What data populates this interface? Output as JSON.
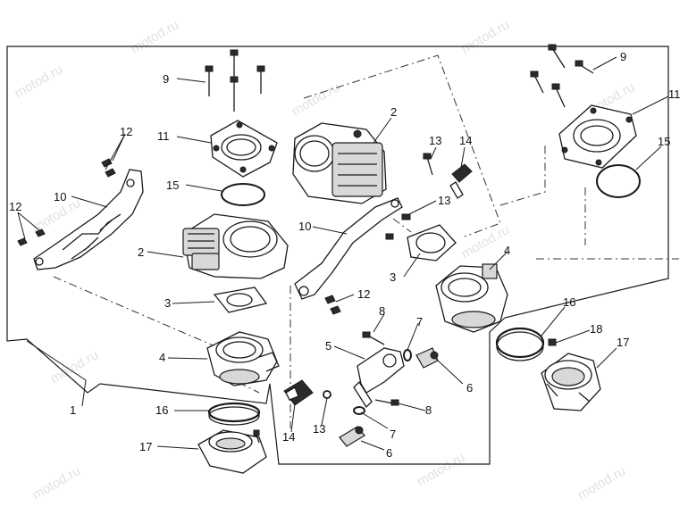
{
  "watermark": "motod.ru",
  "callouts": {
    "c1": "1",
    "c2a": "2",
    "c2b": "2",
    "c3a": "3",
    "c3b": "3",
    "c4a": "4",
    "c4b": "4",
    "c5": "5",
    "c6a": "6",
    "c6b": "6",
    "c7a": "7",
    "c7b": "7",
    "c8a": "8",
    "c8b": "8",
    "c9a": "9",
    "c9b": "9",
    "c10a": "10",
    "c10b": "10",
    "c11a": "11",
    "c11b": "11",
    "c12a": "12",
    "c12b": "12",
    "c12c": "12",
    "c13a": "13",
    "c13b": "13",
    "c13c": "13",
    "c14a": "14",
    "c14b": "14",
    "c15a": "15",
    "c15b": "15",
    "c16a": "16",
    "c16b": "16",
    "c17a": "17",
    "c17b": "17",
    "c18": "18"
  }
}
